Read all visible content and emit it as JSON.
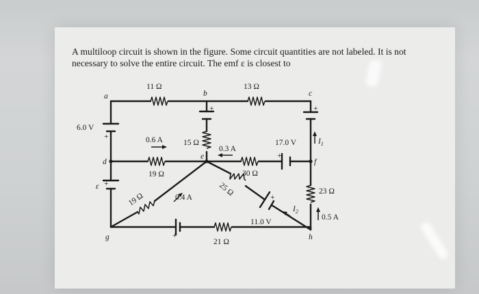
{
  "problem": {
    "line1": "A multiloop circuit is shown in the figure. Some circuit quantities are not labeled. It is not",
    "line2": "necessary to solve the entire circuit. The emf ε is closest to"
  },
  "circuit": {
    "nodes": {
      "a": "a",
      "b": "b",
      "c": "c",
      "d": "d",
      "e": "e",
      "f": "f",
      "g": "g",
      "h": "h"
    },
    "resistors": {
      "ab": "11 Ω",
      "bc": "13 Ω",
      "b_e": "15 Ω",
      "de": "19 Ω",
      "gd_diag": "19 Ω",
      "e_f": "30 Ω",
      "e_h": "25 Ω",
      "c_h": "23 Ω",
      "g_h": "21 Ω"
    },
    "emfs": {
      "left_top": "6.0 V",
      "left_bottom": "ε",
      "ef": "17.0 V",
      "eh_diag": "11.0 V"
    },
    "currents": {
      "i_de": "0.6 A",
      "i_be": "0.3 A",
      "i_ge": "0.4 A",
      "i_ch": "0.5 A",
      "i1": "I",
      "i1_sub": "1",
      "i2": "I",
      "i2_sub": "2"
    },
    "polarity": "+"
  }
}
